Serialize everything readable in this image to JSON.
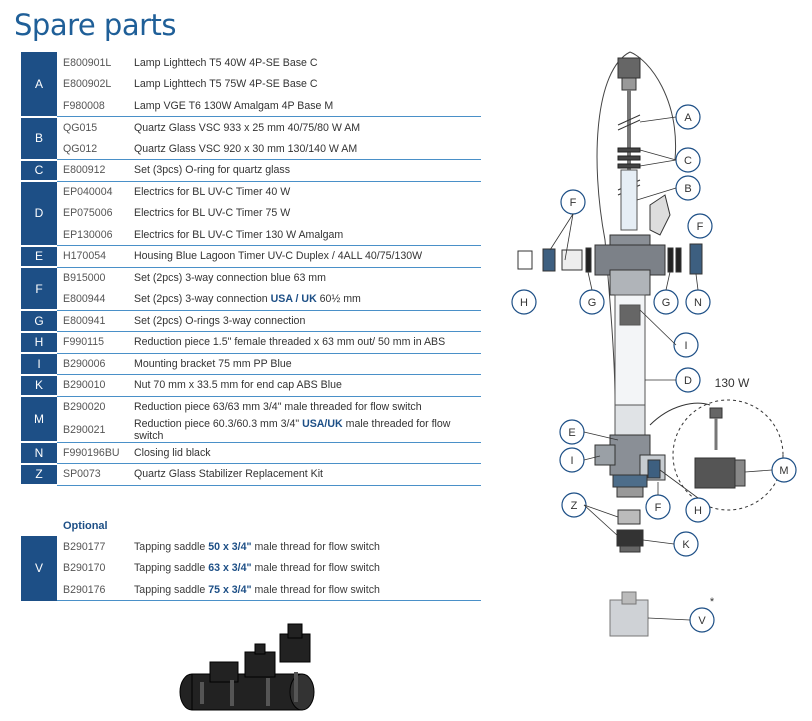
{
  "page_title": "Spare parts",
  "parts": [
    {
      "key": "A",
      "items": [
        {
          "code": "E800901L",
          "desc": "Lamp Lighttech T5 40W 4P-SE Base C"
        },
        {
          "code": "E800902L",
          "desc": "Lamp Lighttech T5 75W 4P-SE Base C"
        },
        {
          "code": "F980008",
          "desc": "Lamp VGE T6 130W Amalgam 4P Base M"
        }
      ]
    },
    {
      "key": "B",
      "items": [
        {
          "code": "QG015",
          "desc": "Quartz Glass VSC 933 x 25 mm 40/75/80 W AM"
        },
        {
          "code": "QG012",
          "desc": "Quartz Glass VSC 920 x 30 mm 130/140 W AM"
        }
      ]
    },
    {
      "key": "C",
      "items": [
        {
          "code": "E800912",
          "desc": "Set (3pcs) O-ring for quartz glass"
        }
      ]
    },
    {
      "key": "D",
      "items": [
        {
          "code": "EP040004",
          "desc": "Electrics for BL UV-C Timer 40 W"
        },
        {
          "code": "EP075006",
          "desc": "Electrics for BL UV-C Timer 75 W"
        },
        {
          "code": "EP130006",
          "desc": "Electrics for BL UV-C Timer 130 W Amalgam"
        }
      ]
    },
    {
      "key": "E",
      "items": [
        {
          "code": "H170054",
          "desc": "Housing  Blue Lagoon Timer UV-C Duplex / 4ALL  40/75/130W"
        }
      ]
    },
    {
      "key": "F",
      "items": [
        {
          "code": "B915000",
          "desc": "Set (2pcs) 3-way connection blue 63 mm"
        },
        {
          "code": "E800944",
          "desc_pre": "Set (2pcs) 3-way connection ",
          "desc_bold": "USA / UK",
          "desc_post": " 60½ mm"
        }
      ]
    },
    {
      "key": "G",
      "items": [
        {
          "code": "E800941",
          "desc": "Set (2pcs) O-rings 3-way connection"
        }
      ]
    },
    {
      "key": "H",
      "items": [
        {
          "code": "F990115",
          "desc": "Reduction piece 1.5\" female threaded x 63 mm out/ 50 mm in ABS"
        }
      ]
    },
    {
      "key": "I",
      "items": [
        {
          "code": "B290006",
          "desc": "Mounting bracket 75 mm PP Blue"
        }
      ]
    },
    {
      "key": "K",
      "items": [
        {
          "code": "B290010",
          "desc": "Nut 70 mm x 33.5 mm for end cap ABS Blue"
        }
      ]
    },
    {
      "key": "M",
      "items": [
        {
          "code": "B290020",
          "desc": "Reduction piece 63/63 mm 3/4\" male threaded for flow switch"
        },
        {
          "code": "B290021",
          "desc_pre": "Reduction piece 60.3/60.3 mm 3/4\" ",
          "desc_bold": "USA/UK",
          "desc_post": " male threaded for flow switch"
        }
      ]
    },
    {
      "key": "N",
      "items": [
        {
          "code": "F990196BU",
          "desc": "Closing lid black"
        }
      ]
    },
    {
      "key": "Z",
      "items": [
        {
          "code": "SP0073",
          "desc": "Quartz Glass Stabilizer Replacement Kit"
        }
      ]
    }
  ],
  "optional": {
    "label": "Optional",
    "key": "V",
    "items": [
      {
        "code": "B290177",
        "pre": "Tapping saddle ",
        "bold": "50 x 3/4\"",
        "post": " male thread for flow switch"
      },
      {
        "code": "B290170",
        "pre": "Tapping saddle ",
        "bold": "63 x 3/4\"",
        "post": " male thread for flow switch"
      },
      {
        "code": "B290176",
        "pre": "Tapping saddle ",
        "bold": "75 x 3/4\"",
        "post": " male thread for flow switch"
      }
    ]
  },
  "diagram": {
    "callout_130w": "130 W",
    "labels": {
      "A": "A",
      "B": "B",
      "C": "C",
      "D": "D",
      "E": "E",
      "F": "F",
      "G": "G",
      "H": "H",
      "I": "I",
      "K": "K",
      "M": "M",
      "N": "N",
      "Z": "Z",
      "V": "V"
    },
    "asterisk": "*"
  },
  "colors": {
    "key_bg": "#1d4f86",
    "title": "#1f5f98",
    "rule": "#4a90c8",
    "callout_stroke": "#1d4f86"
  }
}
